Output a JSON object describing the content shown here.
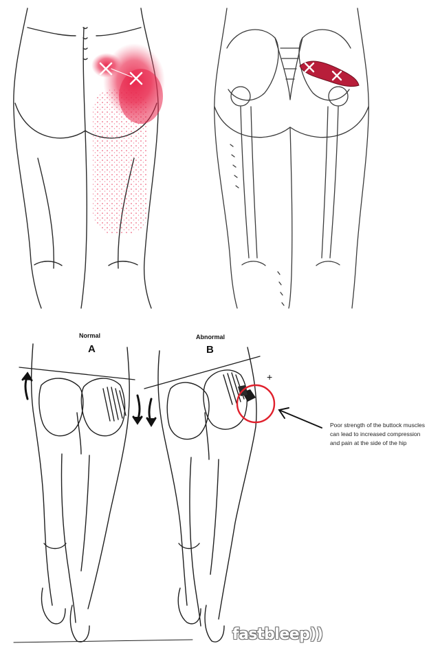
{
  "labels": {
    "normal_caption": "Normal",
    "normal_letter": "A",
    "abnormal_caption": "Abnormal",
    "abnormal_letter": "B",
    "plus_sign": "+",
    "annotation": "Poor strength of the buttock muscles can lead to increased compression and pain at the side of the hip"
  },
  "watermark": "fastbleep))",
  "colors": {
    "line": "#2a2a2a",
    "pain_red": "#e8244a",
    "muscle_red": "#b81e3a",
    "circle_red": "#e0202c",
    "background": "#ffffff"
  },
  "icons": {
    "trigger_marker": "x-cross-icon",
    "pointer": "arrow-left-icon",
    "tilt_arrows": "curved-arrow-icon"
  }
}
